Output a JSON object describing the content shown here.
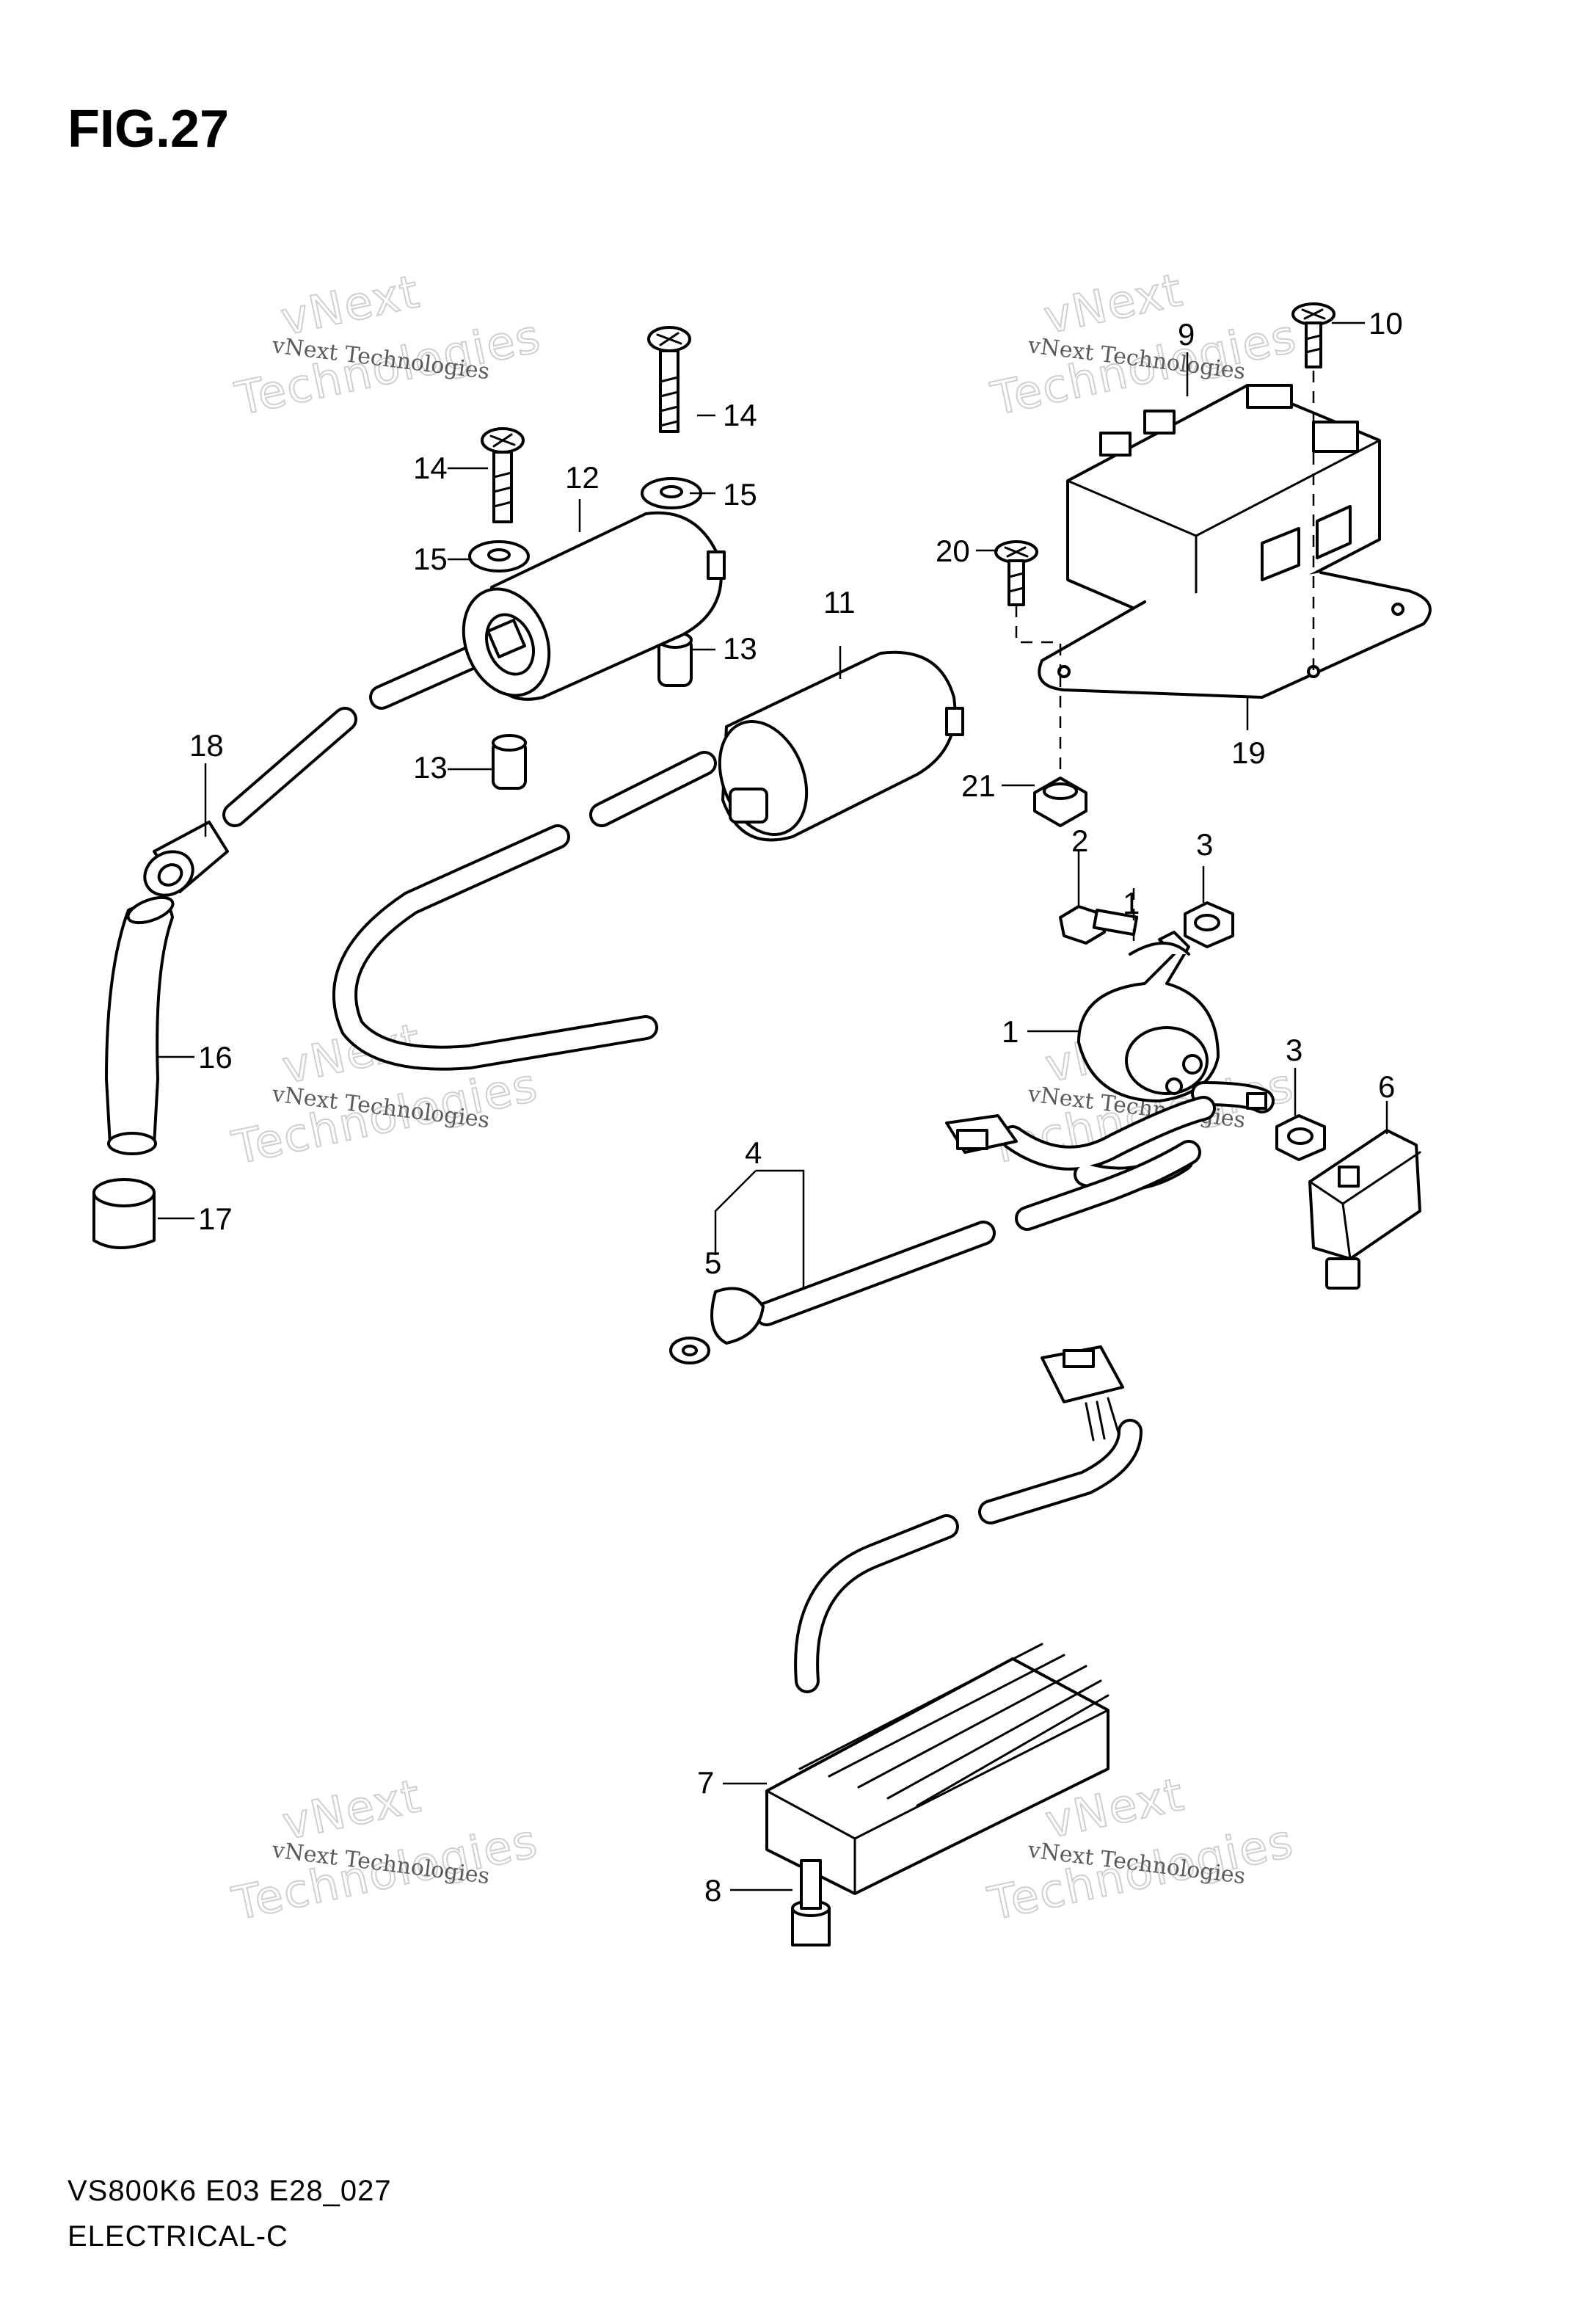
{
  "figure": {
    "title": "FIG.27"
  },
  "footer": {
    "model_code": "VS800K6 E03 E28_027",
    "section_name": "ELECTRICAL-C"
  },
  "watermark": {
    "small_text": "vNext Technologies",
    "big_line1": "vNext",
    "big_line2": "Technologies"
  },
  "callouts": {
    "c1": "1",
    "c1b": "1",
    "c2": "2",
    "c3a": "3",
    "c3b": "3",
    "c4": "4",
    "c5": "5",
    "c6": "6",
    "c7": "7",
    "c8": "8",
    "c9": "9",
    "c10": "10",
    "c11": "11",
    "c12": "12",
    "c13a": "13",
    "c13b": "13",
    "c14a": "14",
    "c14b": "14",
    "c15a": "15",
    "c15b": "15",
    "c16": "16",
    "c17": "17",
    "c18": "18",
    "c19": "19",
    "c20": "20",
    "c21": "21"
  }
}
